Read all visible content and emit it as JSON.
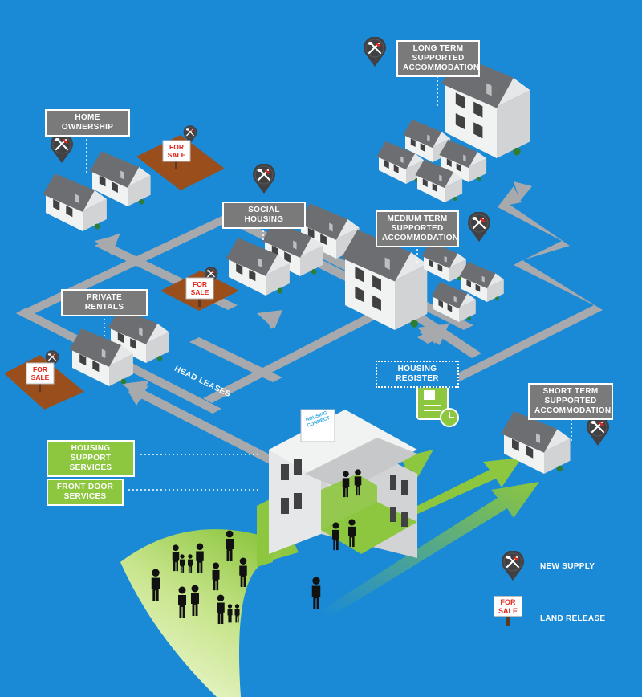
{
  "labels": {
    "home_ownership": "HOME OWNERSHIP",
    "social_housing": "SOCIAL HOUSING",
    "private_rentals": "PRIVATE RENTALS",
    "long_term": "LONG TERM\nSUPPORTED\nACCOMMODATION",
    "medium_term": "MEDIUM TERM\nSUPPORTED\nACCOMMODATION",
    "short_term": "SHORT TERM\nSUPPORTED\nACCOMMODATION",
    "housing_register": "HOUSING REGISTER",
    "housing_support": "HOUSING SUPPORT\nSERVICES",
    "front_door": "FRONT DOOR\nSERVICES",
    "head_leases": "HEAD LEASES",
    "for_sale": "FOR SALE",
    "housing_connect_logo": "HOUSING CONNECT"
  },
  "legend": {
    "new_supply": "NEW SUPPLY",
    "land_release": "LAND RELEASE"
  },
  "colors": {
    "background": "#1a8ad6",
    "road": "#a7a9ac",
    "flow_arrow": "#8dc63f",
    "label_box": "#7a7a7a",
    "land": "#9a4e1c",
    "for_sale_text": "#e2231a"
  }
}
